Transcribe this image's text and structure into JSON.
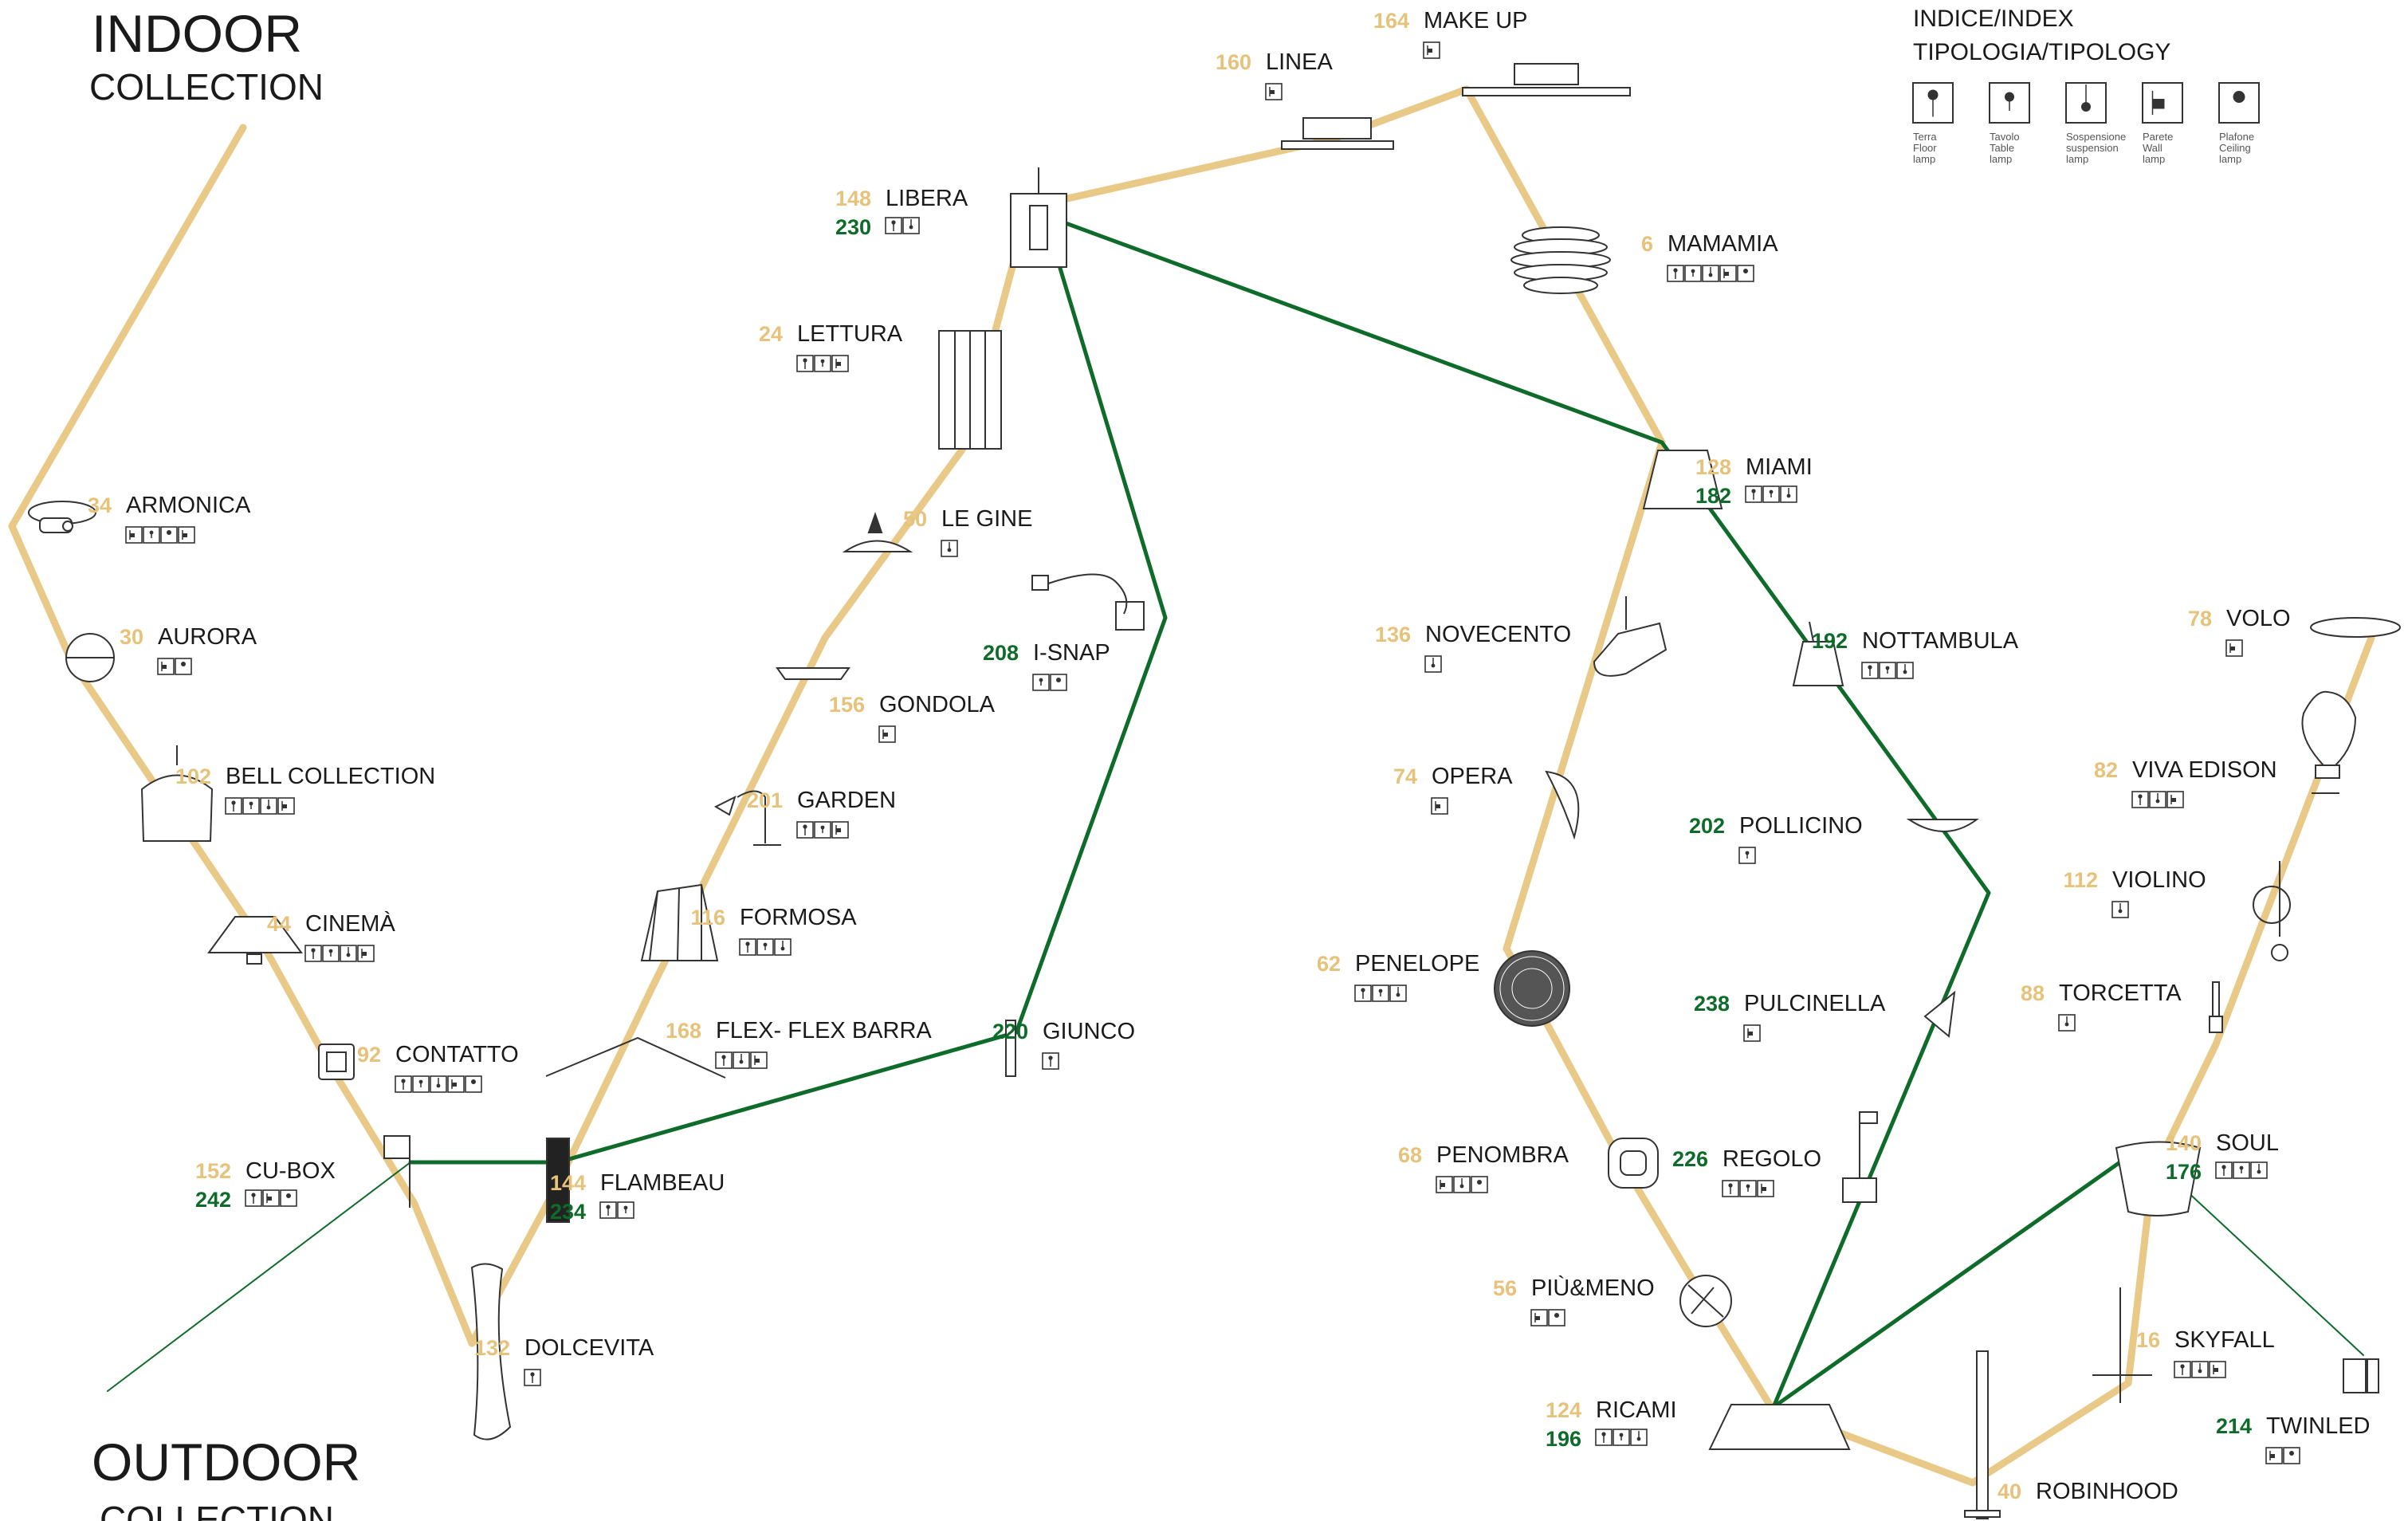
{
  "titles": {
    "indoor_1": "INDOOR",
    "indoor_2": "COLLECTION",
    "outdoor_1": "OUTDOOR",
    "outdoor_2": "COLLECTION"
  },
  "legend": {
    "title_1": "INDICE/INDEX",
    "title_2": "TIPOLOGIA/TIPOLOGY",
    "items": [
      {
        "type": "floor",
        "label_1": "Terra",
        "label_2": "Floor",
        "label_3": "lamp"
      },
      {
        "type": "table",
        "label_1": "Tavolo",
        "label_2": "Table",
        "label_3": "lamp"
      },
      {
        "type": "suspension",
        "label_1": "Sospensione",
        "label_2": "suspension",
        "label_3": "lamp"
      },
      {
        "type": "wall",
        "label_1": "Parete",
        "label_2": "Wall",
        "label_3": "lamp"
      },
      {
        "type": "ceiling",
        "label_1": "Plafone",
        "label_2": "Ceiling",
        "label_3": "lamp"
      }
    ]
  },
  "colors": {
    "indoor": "#e8c987",
    "outdoor": "#0e6b2a",
    "indoor_number": "#e6c27a",
    "outdoor_number": "#0e6b2a"
  },
  "products": [
    {
      "id": "armonica",
      "name": "ARMONICA",
      "page": "34",
      "types": [
        "wall",
        "table",
        "ceiling",
        "wall"
      ]
    },
    {
      "id": "aurora",
      "name": "AURORA",
      "page": "30",
      "types": [
        "wall",
        "ceiling"
      ]
    },
    {
      "id": "bell",
      "name": "BELL COLLECTION",
      "page": "102",
      "types": [
        "floor",
        "table",
        "suspension",
        "wall"
      ]
    },
    {
      "id": "cinema",
      "name": "CINEMÀ",
      "page": "44",
      "types": [
        "floor",
        "table",
        "suspension",
        "wall"
      ]
    },
    {
      "id": "contatto",
      "name": "CONTATTO",
      "page": "92",
      "types": [
        "floor",
        "table",
        "suspension",
        "wall",
        "ceiling"
      ]
    },
    {
      "id": "cubox",
      "name": "CU-BOX",
      "page": "152",
      "page_outdoor": "242",
      "types": [
        "floor",
        "wall",
        "ceiling"
      ]
    },
    {
      "id": "dolcevita",
      "name": "DOLCEVITA",
      "page": "132",
      "types": [
        "floor"
      ]
    },
    {
      "id": "flambeau",
      "name": "FLAMBEAU",
      "page": "144",
      "page_outdoor": "234",
      "types": [
        "floor",
        "table"
      ]
    },
    {
      "id": "formosa",
      "name": "FORMOSA",
      "page": "116",
      "types": [
        "floor",
        "table",
        "suspension"
      ]
    },
    {
      "id": "flex",
      "name": "FLEX- FLEX BARRA",
      "page": "168",
      "types": [
        "floor",
        "suspension",
        "wall"
      ]
    },
    {
      "id": "garden",
      "name": "GARDEN",
      "page": "201",
      "types": [
        "floor",
        "table",
        "wall"
      ]
    },
    {
      "id": "gondola",
      "name": "GONDOLA",
      "page": "156",
      "types": [
        "wall"
      ]
    },
    {
      "id": "legine",
      "name": "LE GINE",
      "page": "50",
      "types": [
        "suspension"
      ]
    },
    {
      "id": "lettura",
      "name": "LETTURA",
      "page": "24",
      "types": [
        "floor",
        "table",
        "wall"
      ]
    },
    {
      "id": "libera",
      "name": "LIBERA",
      "page": "148",
      "page_outdoor": "230",
      "types": [
        "floor",
        "suspension"
      ]
    },
    {
      "id": "isnap",
      "name": "I-SNAP",
      "page_outdoor": "208",
      "types": [
        "table",
        "ceiling"
      ]
    },
    {
      "id": "giunco",
      "name": "GIUNCO",
      "page_outdoor": "220",
      "types": [
        "floor"
      ]
    },
    {
      "id": "linea",
      "name": "LINEA",
      "page": "160",
      "types": [
        "wall"
      ]
    },
    {
      "id": "makeup",
      "name": "MAKE UP",
      "page": "164",
      "types": [
        "wall"
      ]
    },
    {
      "id": "mamamia",
      "name": "MAMAMIA",
      "page": "6",
      "types": [
        "floor",
        "table",
        "suspension",
        "wall",
        "ceiling"
      ]
    },
    {
      "id": "miami",
      "name": "MIAMI",
      "page": "128",
      "page_outdoor": "182",
      "types": [
        "floor",
        "table",
        "suspension"
      ]
    },
    {
      "id": "novecento",
      "name": "NOVECENTO",
      "page": "136",
      "types": [
        "suspension"
      ]
    },
    {
      "id": "nottambula",
      "name": "NOTTAMBULA",
      "page_outdoor": "192",
      "types": [
        "floor",
        "table",
        "suspension"
      ]
    },
    {
      "id": "opera",
      "name": "OPERA",
      "page": "74",
      "types": [
        "wall"
      ]
    },
    {
      "id": "pollicino",
      "name": "POLLICINO",
      "page_outdoor": "202",
      "types": [
        "table"
      ]
    },
    {
      "id": "penelope",
      "name": "PENELOPE",
      "page": "62",
      "types": [
        "floor",
        "table",
        "suspension"
      ]
    },
    {
      "id": "pulcinella",
      "name": "PULCINELLA",
      "page_outdoor": "238",
      "types": [
        "wall"
      ]
    },
    {
      "id": "penombra",
      "name": "PENOMBRA",
      "page": "68",
      "types": [
        "wall",
        "suspension",
        "ceiling"
      ]
    },
    {
      "id": "regolo",
      "name": "REGOLO",
      "page_outdoor": "226",
      "types": [
        "floor",
        "table",
        "wall"
      ]
    },
    {
      "id": "piumeno",
      "name": "PIÙ&MENO",
      "page": "56",
      "types": [
        "wall",
        "ceiling"
      ]
    },
    {
      "id": "ricami",
      "name": "RICAMI",
      "page": "124",
      "page_outdoor": "196",
      "types": [
        "floor",
        "table",
        "suspension"
      ]
    },
    {
      "id": "robinhood",
      "name": "ROBINHOOD",
      "page": "40",
      "types": []
    },
    {
      "id": "skyfall",
      "name": "SKYFALL",
      "page": "16",
      "types": [
        "floor",
        "suspension",
        "wall"
      ]
    },
    {
      "id": "twinled",
      "name": "TWINLED",
      "page_outdoor": "214",
      "types": [
        "wall",
        "ceiling"
      ]
    },
    {
      "id": "soul",
      "name": "SOUL",
      "page": "140",
      "page_outdoor": "176",
      "types": [
        "floor",
        "table",
        "suspension"
      ]
    },
    {
      "id": "torcetta",
      "name": "TORCETTA",
      "page": "88",
      "types": [
        "suspension"
      ]
    },
    {
      "id": "violino",
      "name": "VIOLINO",
      "page": "112",
      "types": [
        "suspension"
      ]
    },
    {
      "id": "vivaedison",
      "name": "VIVA EDISON",
      "page": "82",
      "types": [
        "floor",
        "suspension",
        "wall"
      ]
    },
    {
      "id": "volo",
      "name": "VOLO",
      "page": "78",
      "types": [
        "wall"
      ]
    }
  ]
}
